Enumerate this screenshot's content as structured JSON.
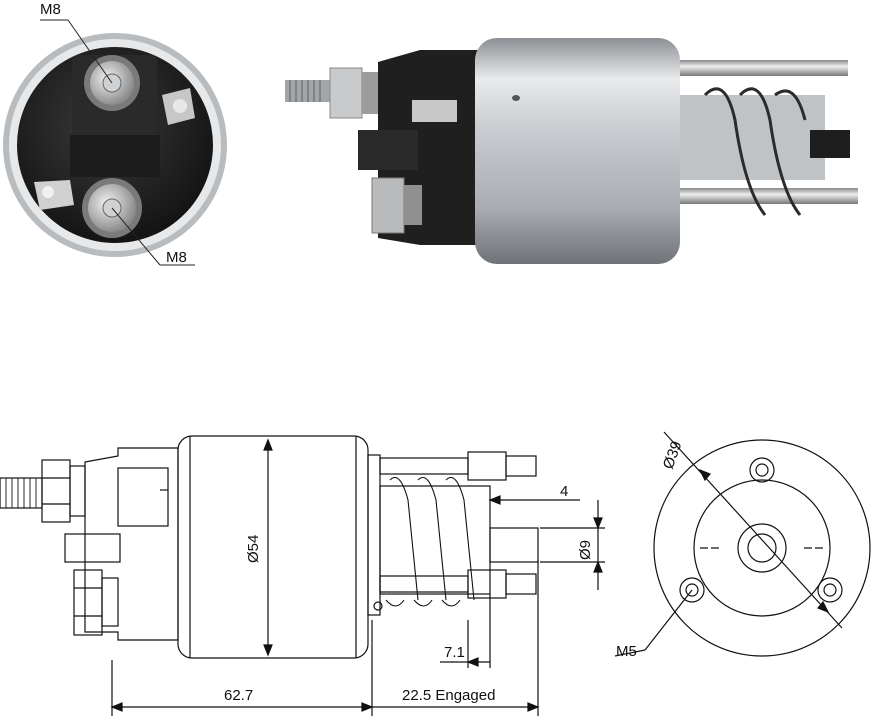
{
  "photos": {
    "end_view_label_top": "M8",
    "end_view_label_bottom": "M8"
  },
  "drawing": {
    "length_main": "62.7",
    "length_engaged": "22.5 Engaged",
    "diameter_body": "Ø54",
    "dim_top_small": "4",
    "diameter_plunger": "Ø9",
    "dim_lower_small": "7.1",
    "bolt_circle": "Ø39",
    "mount_thread": "M5"
  }
}
